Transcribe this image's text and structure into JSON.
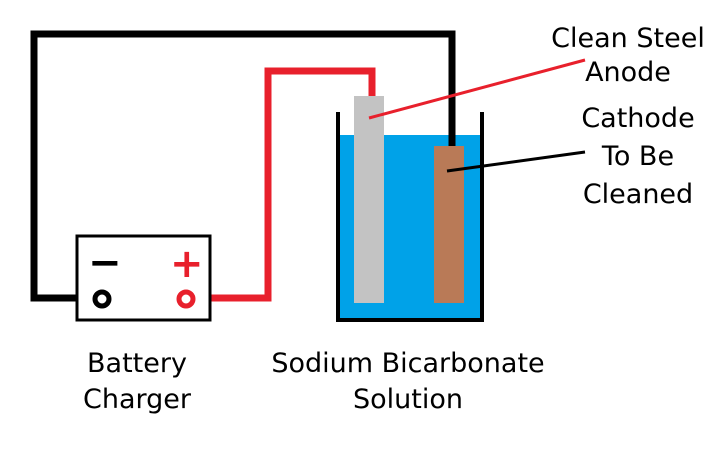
{
  "battery": {
    "label_line1": "Battery",
    "label_line2": "Charger",
    "negative_symbol": "−",
    "positive_symbol": "+"
  },
  "solution": {
    "label_line1": "Sodium Bicarbonate",
    "label_line2": "Solution"
  },
  "anode": {
    "label_line1": "Clean Steel",
    "label_line2": "Anode"
  },
  "cathode": {
    "label_line1": "Cathode",
    "label_line2": "To Be",
    "label_line3": "Cleaned"
  },
  "colors": {
    "negative_wire": "#000000",
    "positive_wire": "#e8202c",
    "solution": "#00a2e8",
    "anode": "#c3c3c3",
    "cathode": "#b97a57",
    "beaker": "#000000"
  }
}
